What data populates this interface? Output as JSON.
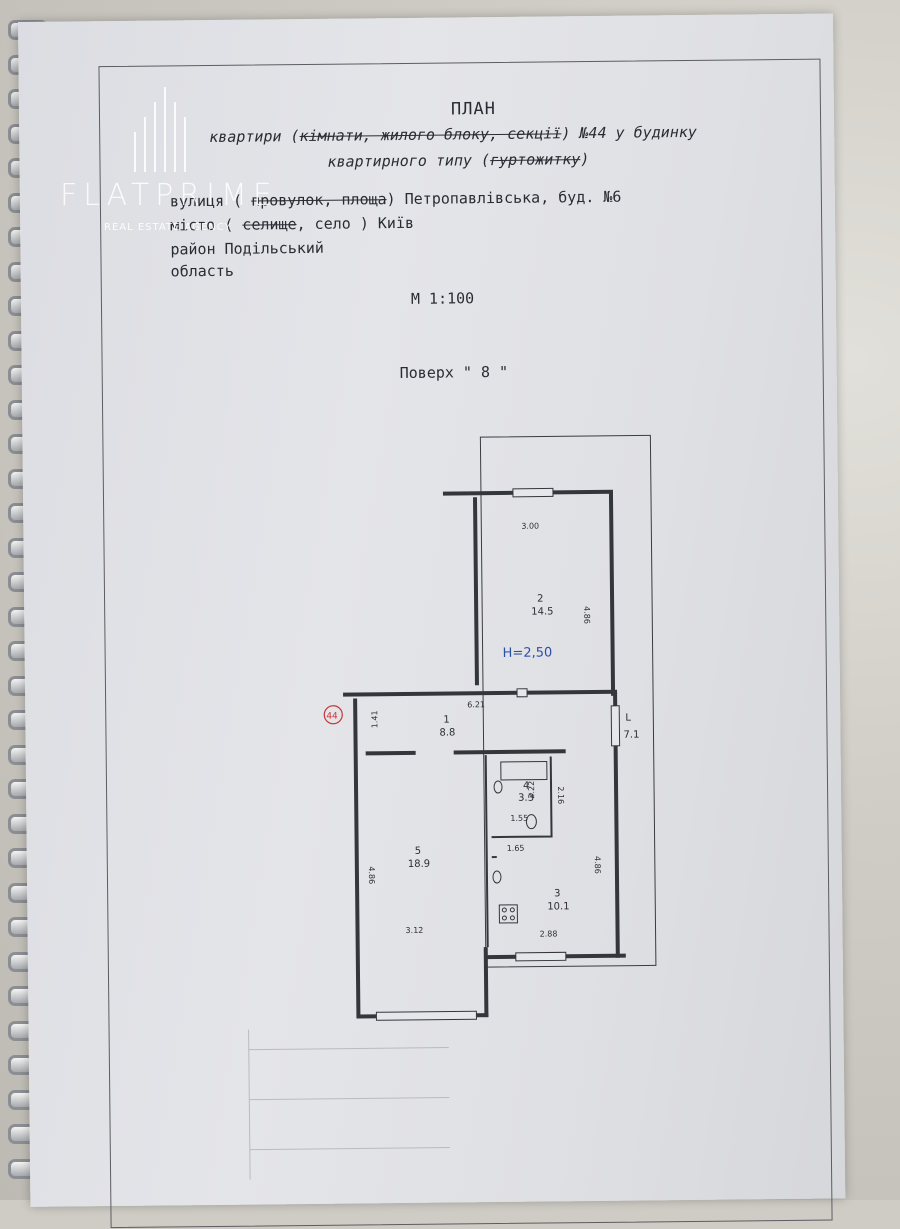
{
  "watermark": {
    "name": "FLATPRIME",
    "tagline": "REAL ESTATE AGENCY"
  },
  "document": {
    "title": "ПЛАН",
    "line1": {
      "pre": "квартири (",
      "struck": "кімнати, жилого блоку, секції",
      "post": ") №44 у будинку"
    },
    "line2": {
      "pre": "квартирного типу (",
      "struck": "гуртожитку",
      "post": ")"
    },
    "street": {
      "pre": "вулиця ( ",
      "struck": "провулок, площа",
      "post": ") Петропавлівська, буд. №6"
    },
    "city": {
      "pre": "місто ( ",
      "struck": "селище",
      "post": ", село ) Київ"
    },
    "district": "район Подільський",
    "region": "область",
    "scale": "М 1:100",
    "floor": "Поверх \" 8 \""
  },
  "plan": {
    "height_label": "H=2,50",
    "apartment_marker": "44",
    "rooms": [
      {
        "number": "1",
        "area": "8.8"
      },
      {
        "number": "2",
        "area": "14.5"
      },
      {
        "number": "3",
        "area": "10.1"
      },
      {
        "number": "4",
        "area": "3.3"
      },
      {
        "number": "5",
        "area": "18.9"
      }
    ],
    "balcony": {
      "label": "L",
      "area": "7.1"
    },
    "dimensions": {
      "room2_width": "3.00",
      "room2_length": "4.86",
      "hall_width": "6.21",
      "hall_depth": "1.41",
      "room5_length": "4.86",
      "room5_width": "3.12",
      "room4_width": "1.55",
      "room4_depth_a": "2.22",
      "room4_depth_b": "2.16",
      "room3_top": "1.65",
      "room3_length": "4.86",
      "room3_width": "2.88"
    }
  }
}
